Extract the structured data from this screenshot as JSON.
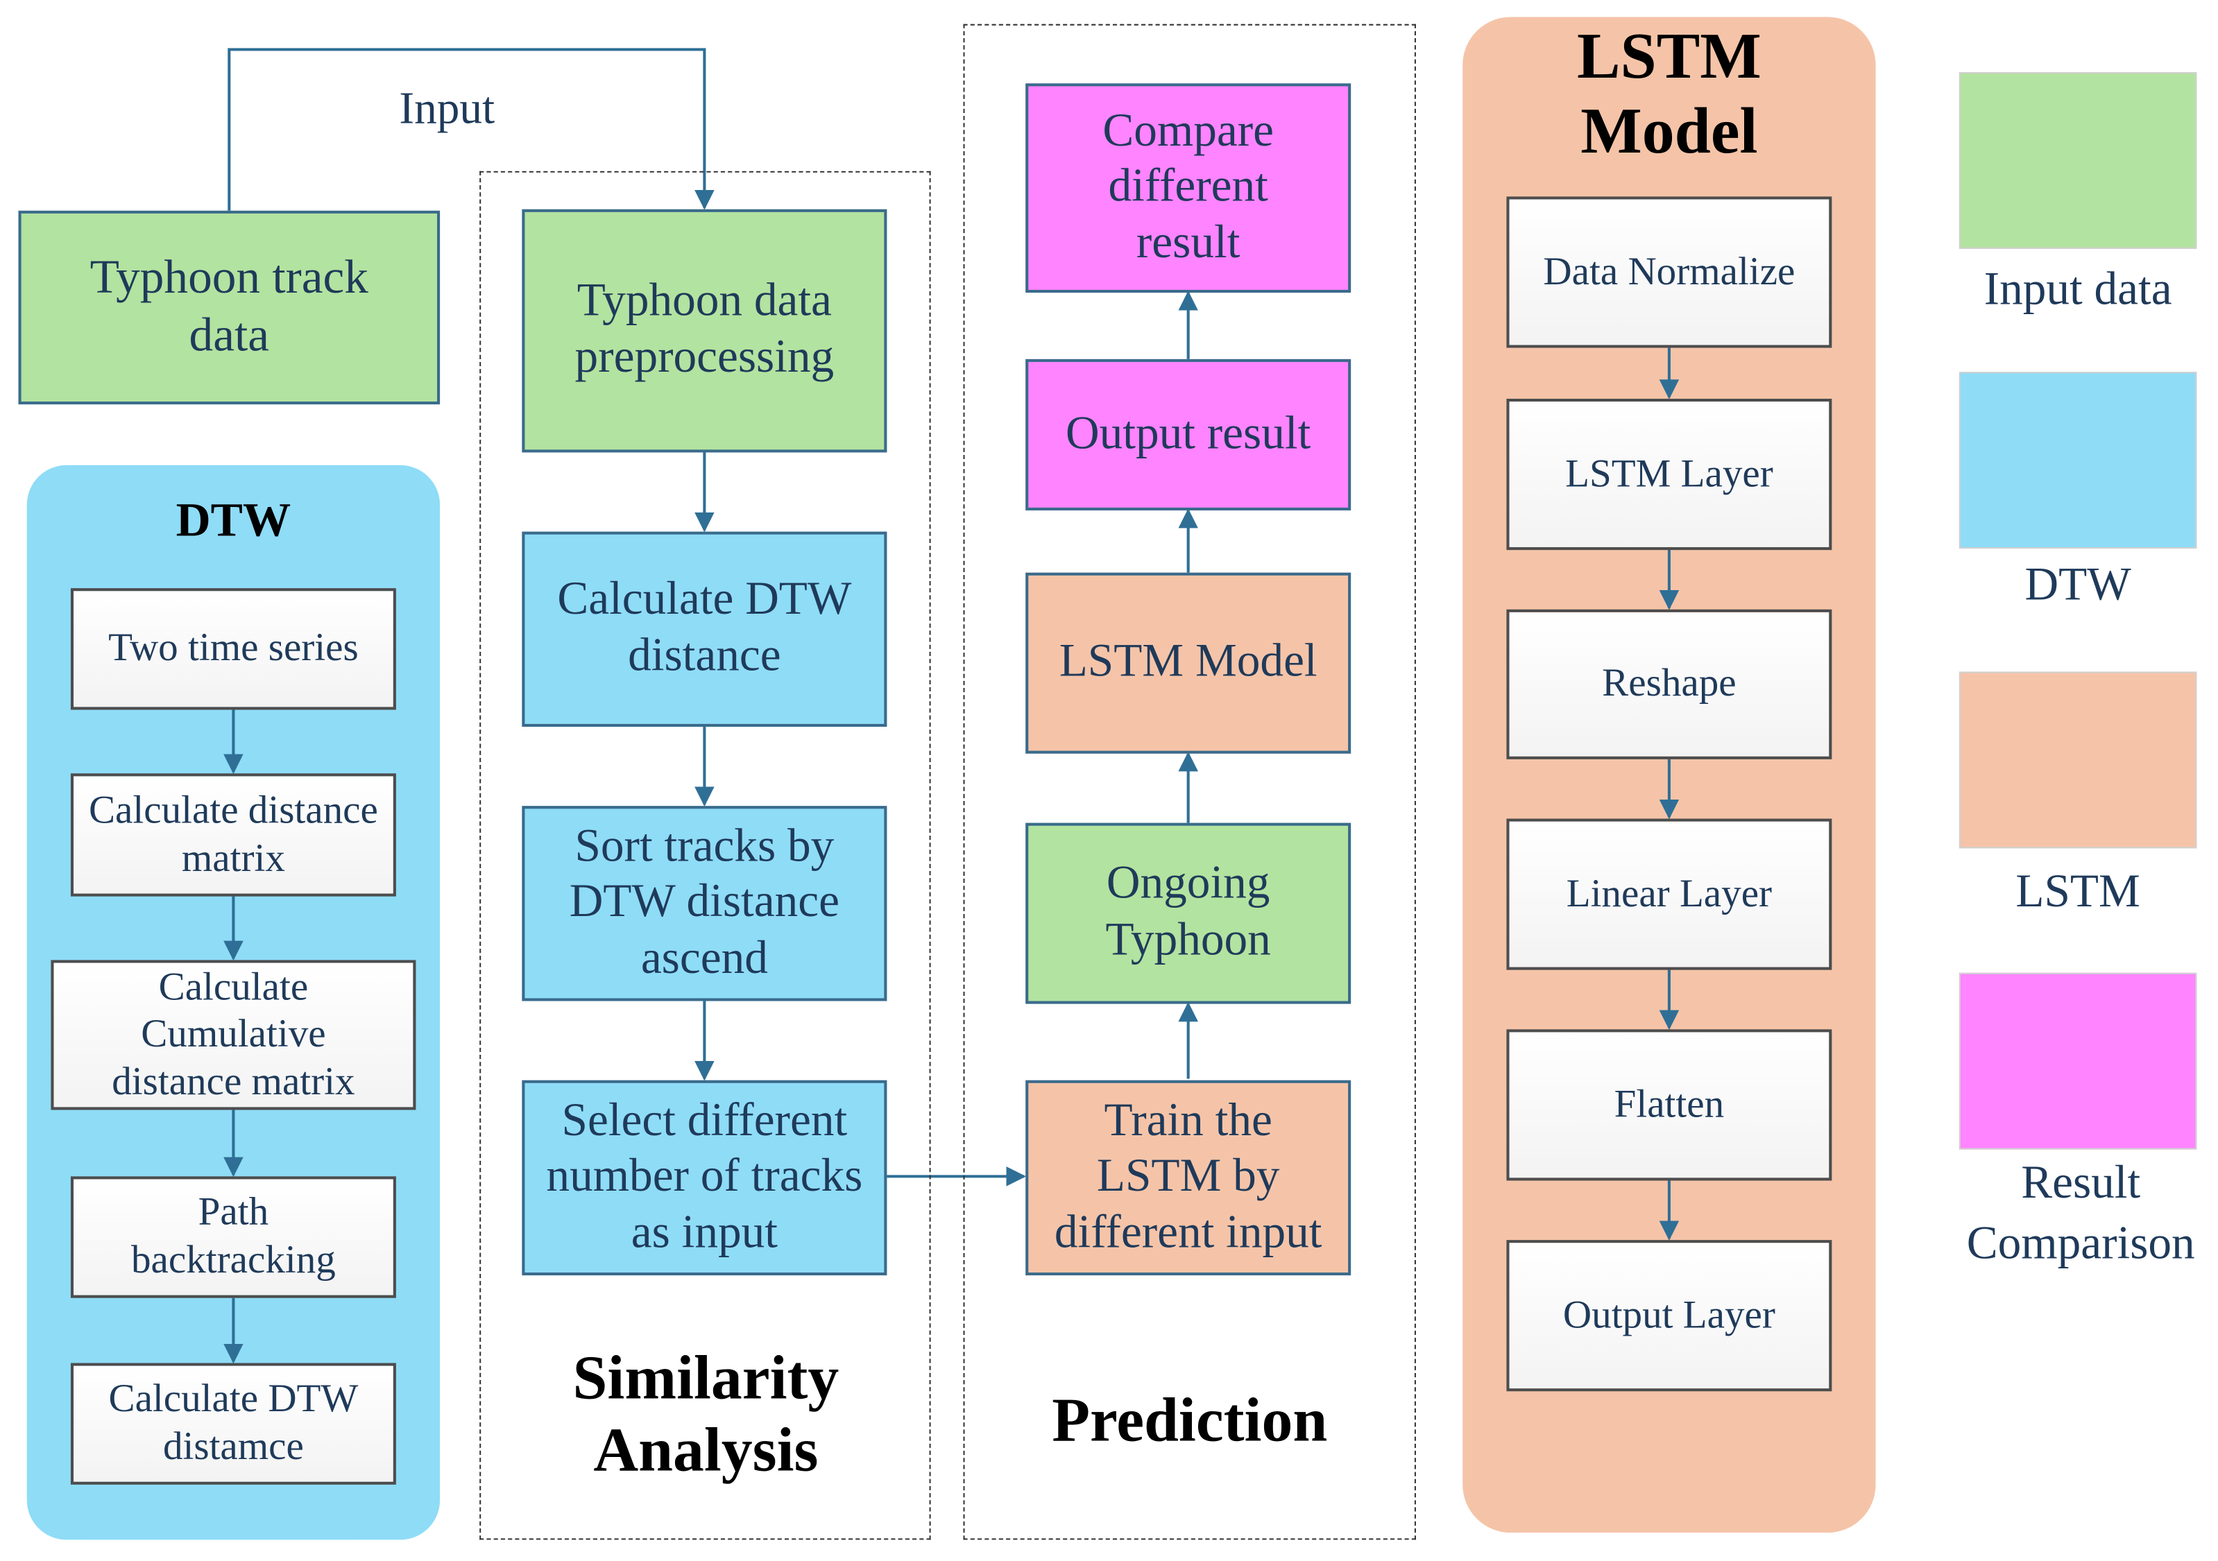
{
  "colors": {
    "input_data": "#b3e3a0",
    "dtw": "#8fdcf7",
    "lstm": "#f5c4a8",
    "result_comparison": "#ff84ff",
    "connector": "#2f6f96"
  },
  "input_label": "Input",
  "typhoon_track_data": "Typhoon track data",
  "dtw_panel": {
    "title": "DTW",
    "steps": [
      "Two time series",
      "Calculate distance matrix",
      "Calculate Cumulative distance matrix",
      "Path backtracking",
      "Calculate DTW distamce"
    ]
  },
  "similarity_analysis": {
    "title": "Similarity Analysis",
    "steps": [
      "Typhoon data preprocessing",
      "Calculate DTW distance",
      "Sort tracks by DTW distance ascend",
      "Select different number of tracks as input"
    ]
  },
  "prediction": {
    "title": "Prediction",
    "steps": [
      "Compare different result",
      "Output result",
      "LSTM Model",
      "Ongoing Typhoon",
      "Train the LSTM by different input"
    ]
  },
  "lstm_panel": {
    "title": "LSTM Model",
    "steps": [
      "Data Normalize",
      "LSTM Layer",
      "Reshape",
      "Linear Layer",
      "Flatten",
      "Output Layer"
    ]
  },
  "legend": [
    {
      "label": "Input data",
      "color": "#b3e3a0"
    },
    {
      "label": "DTW",
      "color": "#8fdcf7"
    },
    {
      "label": "LSTM",
      "color": "#f5c4a8"
    },
    {
      "label": "Result Comparison",
      "color": "#ff84ff"
    }
  ]
}
